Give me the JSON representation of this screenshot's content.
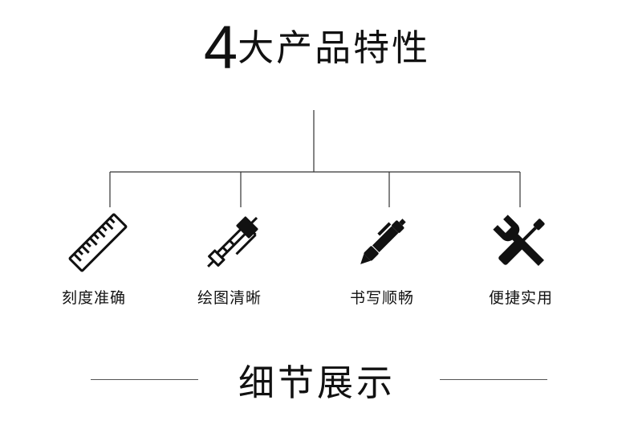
{
  "heading": {
    "number": "4",
    "text": "大产品特性"
  },
  "features": [
    {
      "label": "刻度准确",
      "icon": "ruler-icon"
    },
    {
      "label": "绘图清晰",
      "icon": "drafting-compass-icon"
    },
    {
      "label": "书写顺畅",
      "icon": "pen-icon"
    },
    {
      "label": "便捷实用",
      "icon": "wrench-screwdriver-icon"
    }
  ],
  "section": {
    "title": "细节展示"
  },
  "colors": {
    "ink": "#111111",
    "line": "#333333",
    "background": "#ffffff"
  }
}
